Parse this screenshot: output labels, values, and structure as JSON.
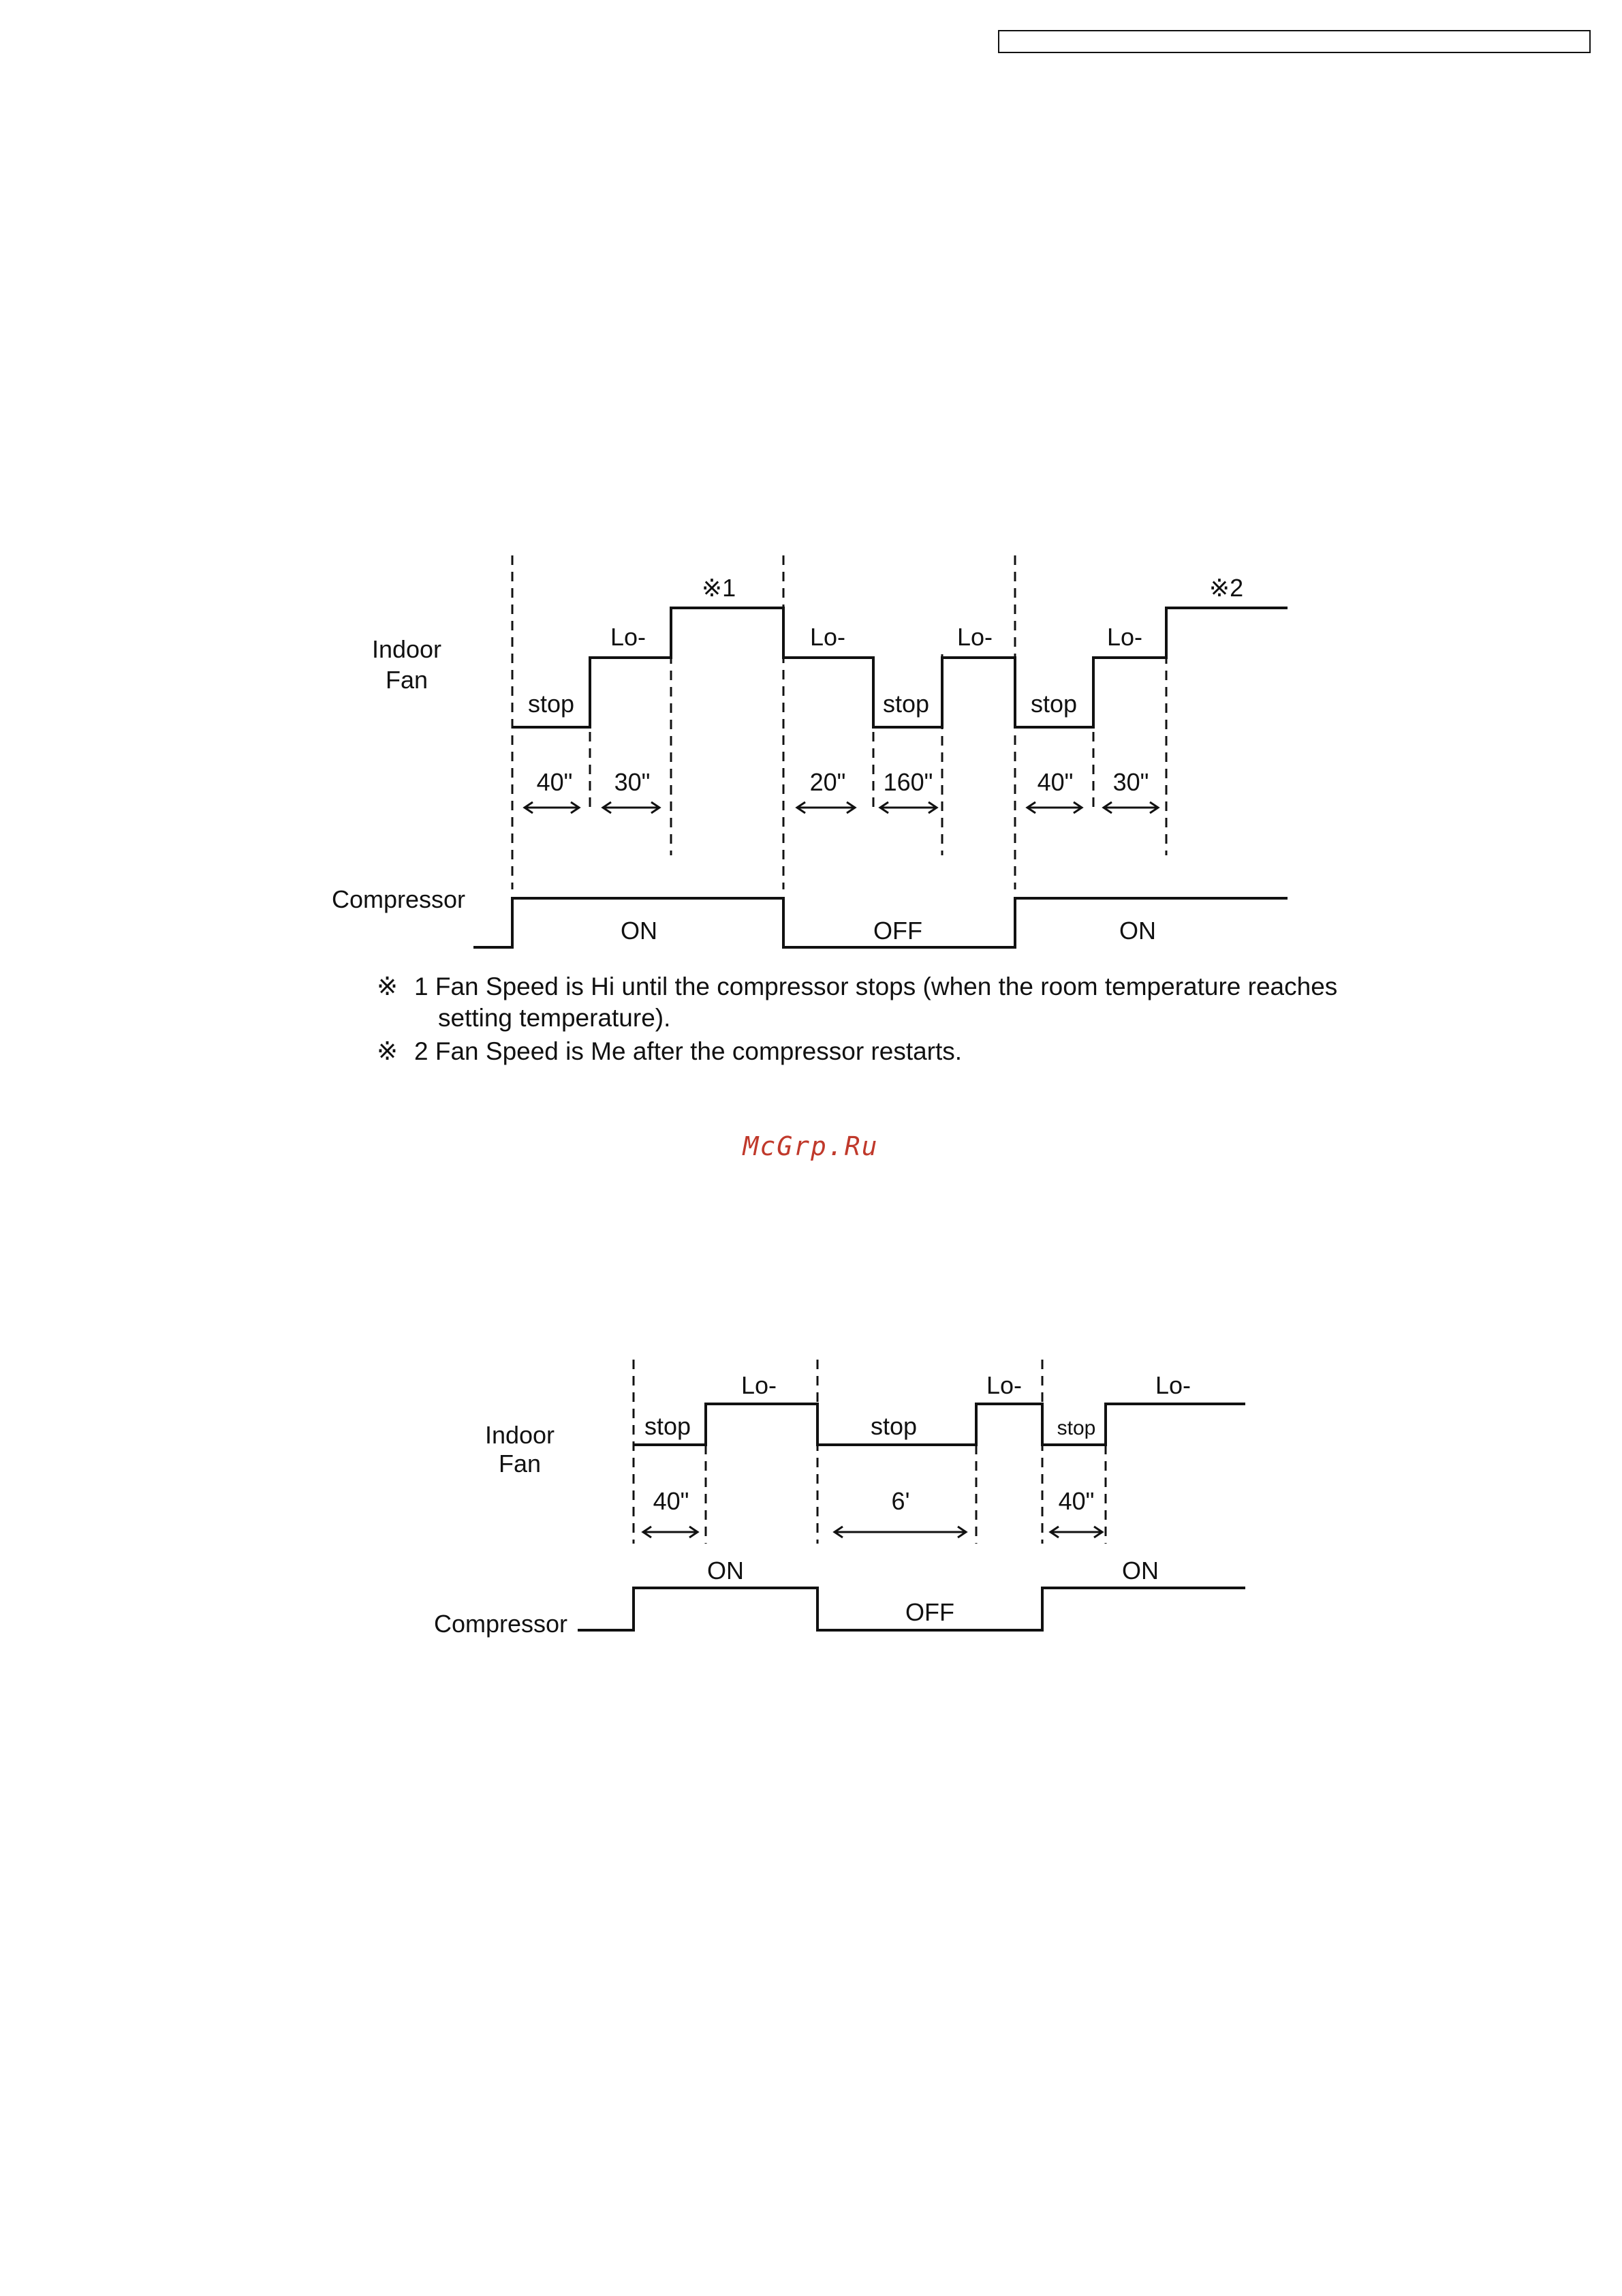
{
  "header": {
    "box_text": ""
  },
  "diagram1": {
    "labels": {
      "indoor_fan_line1": "Indoor",
      "indoor_fan_line2": "Fan",
      "compressor": "Compressor",
      "note_mark_1": "※1",
      "note_mark_2": "※2"
    },
    "fan_segments": [
      "stop",
      "Lo-",
      "Lo-",
      "stop",
      "Lo-",
      "stop",
      "Lo-"
    ],
    "durations": [
      "40\"",
      "30\"",
      "20\"",
      "160\"",
      "40\"",
      "30\""
    ],
    "compressor_states": [
      "ON",
      "OFF",
      "ON"
    ],
    "notes": [
      {
        "mark": "※",
        "line1": "1 Fan Speed is Hi until the compressor stops (when the room temperature reaches",
        "line2": "setting temperature)."
      },
      {
        "mark": "※",
        "line1": "2 Fan Speed is Me after the compressor restarts.",
        "line2": ""
      }
    ]
  },
  "watermark": "McGrp.Ru",
  "diagram2": {
    "labels": {
      "indoor_fan_line1": "Indoor",
      "indoor_fan_line2": "Fan",
      "compressor": "Compressor"
    },
    "fan_segments": [
      "stop",
      "Lo-",
      "stop",
      "Lo-",
      "stop",
      "Lo-"
    ],
    "durations": [
      "40\"",
      "6'",
      "40\""
    ],
    "compressor_states": [
      "ON",
      "OFF",
      "ON"
    ]
  }
}
